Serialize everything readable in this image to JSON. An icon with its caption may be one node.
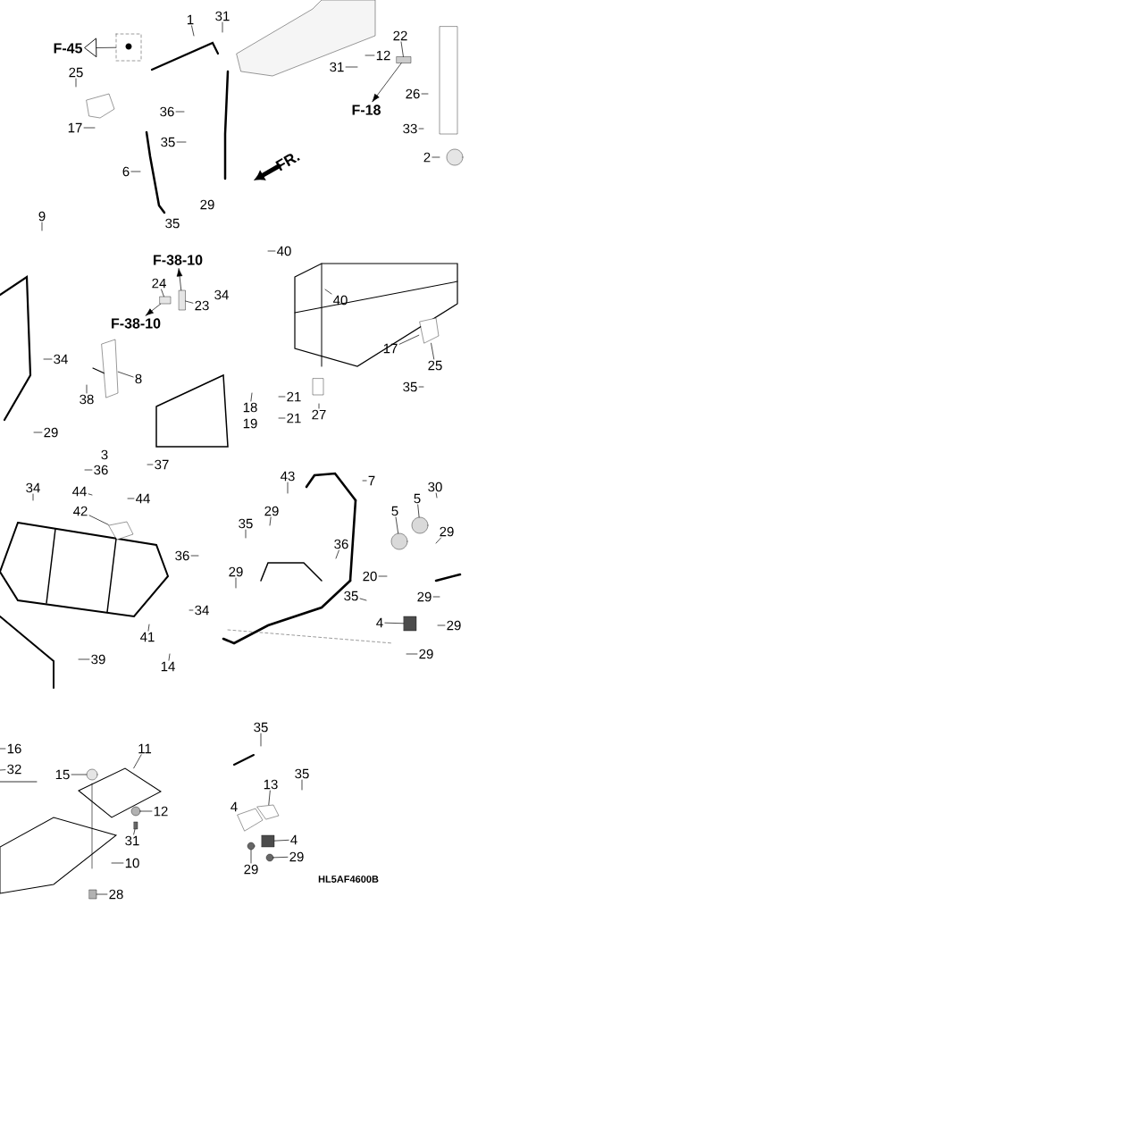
{
  "diagram": {
    "nodes": [
      {
        "text": [
          "1"
        ]
      },
      {
        "text": [
          "31"
        ]
      },
      {
        "text": [
          "F-45"
        ]
      },
      {
        "text": [
          "25"
        ]
      },
      {
        "text": [
          "17"
        ]
      },
      {
        "text": [
          "36"
        ]
      },
      {
        "text": [
          "35"
        ]
      },
      {
        "text": [
          "6"
        ]
      },
      {
        "text": [
          "9"
        ]
      },
      {
        "text": [
          "29"
        ]
      },
      {
        "text": [
          "35"
        ]
      },
      {
        "text": [
          "22"
        ]
      },
      {
        "text": [
          "12"
        ]
      },
      {
        "text": [
          "31"
        ]
      },
      {
        "text": [
          "26"
        ]
      },
      {
        "text": [
          "F-18"
        ]
      },
      {
        "text": [
          "33"
        ]
      },
      {
        "text": [
          "2"
        ]
      },
      {
        "text": [
          "40"
        ]
      },
      {
        "text": [
          "F-38-10"
        ]
      },
      {
        "text": [
          "24"
        ]
      },
      {
        "text": [
          "34"
        ]
      },
      {
        "text": [
          "23"
        ]
      },
      {
        "text": [
          "40"
        ]
      },
      {
        "text": [
          "F-38-10"
        ]
      },
      {
        "text": [
          "34"
        ]
      },
      {
        "text": [
          "17"
        ]
      },
      {
        "text": [
          "25"
        ]
      },
      {
        "text": [
          "8"
        ]
      },
      {
        "text": [
          "38"
        ]
      },
      {
        "text": [
          "35"
        ]
      },
      {
        "text": [
          "21"
        ]
      },
      {
        "text": [
          "18"
        ]
      },
      {
        "text": [
          "21"
        ]
      },
      {
        "text": [
          "19"
        ]
      },
      {
        "text": [
          "27"
        ]
      },
      {
        "text": [
          "29"
        ]
      },
      {
        "text": [
          "3"
        ]
      },
      {
        "text": [
          "36"
        ]
      },
      {
        "text": [
          "37"
        ]
      },
      {
        "text": [
          "34"
        ]
      },
      {
        "text": [
          "44"
        ]
      },
      {
        "text": [
          "44"
        ]
      },
      {
        "text": [
          "42"
        ]
      },
      {
        "text": [
          "43"
        ]
      },
      {
        "text": [
          "7"
        ]
      },
      {
        "text": [
          "35"
        ]
      },
      {
        "text": [
          "29"
        ]
      },
      {
        "text": [
          "30"
        ]
      },
      {
        "text": [
          "5"
        ]
      },
      {
        "text": [
          "5"
        ]
      },
      {
        "text": [
          "29"
        ]
      },
      {
        "text": [
          "36"
        ]
      },
      {
        "text": [
          "36"
        ]
      },
      {
        "text": [
          "29"
        ]
      },
      {
        "text": [
          "20"
        ]
      },
      {
        "text": [
          "35"
        ]
      },
      {
        "text": [
          "29"
        ]
      },
      {
        "text": [
          "34"
        ]
      },
      {
        "text": [
          "4"
        ]
      },
      {
        "text": [
          "29"
        ]
      },
      {
        "text": [
          "41"
        ]
      },
      {
        "text": [
          "39"
        ]
      },
      {
        "text": [
          "14"
        ]
      },
      {
        "text": [
          "29"
        ]
      },
      {
        "text": [
          "16"
        ]
      },
      {
        "text": [
          "32"
        ]
      },
      {
        "text": [
          "11"
        ]
      },
      {
        "text": [
          "15"
        ]
      },
      {
        "text": [
          "12"
        ]
      },
      {
        "text": [
          "31"
        ]
      },
      {
        "text": [
          "10"
        ]
      },
      {
        "text": [
          "28"
        ]
      },
      {
        "text": [
          "35"
        ]
      },
      {
        "text": [
          "35"
        ]
      },
      {
        "text": [
          "13"
        ]
      },
      {
        "text": [
          "4"
        ]
      },
      {
        "text": [
          "4"
        ]
      },
      {
        "text": [
          "29"
        ]
      },
      {
        "text": [
          "29"
        ]
      },
      {
        "text": [],
        "shape": "picture"
      },
      {
        "text": [],
        "shape": "picture"
      },
      {
        "text": [],
        "shape": "picture"
      },
      {
        "text": [],
        "shape": "picture"
      },
      {
        "text": [],
        "shape": "circle"
      },
      {
        "text": [],
        "shape": "circle"
      },
      {
        "text": [],
        "shape": "box"
      },
      {
        "text": [],
        "shape": "box"
      },
      {
        "text": [],
        "shape": "box"
      },
      {
        "text": [],
        "shape": "circle"
      },
      {
        "text": [],
        "shape": "circle"
      },
      {
        "text": [],
        "shape": "box"
      },
      {
        "text": [],
        "shape": "box"
      },
      {
        "text": [],
        "shape": "picture"
      },
      {
        "text": [],
        "shape": "box"
      },
      {
        "text": [],
        "shape": "circle"
      },
      {
        "text": [],
        "shape": "circle"
      },
      {
        "text": [],
        "shape": "box"
      },
      {
        "text": [],
        "shape": "picture"
      }
    ],
    "edges": [
      {
        "from": 0,
        "to": null,
        "arrow": "none"
      },
      {
        "from": 1,
        "to": null,
        "arrow": "none"
      },
      {
        "from": 80,
        "to": 2,
        "arrow": "to"
      },
      {
        "from": 3,
        "to": null,
        "arrow": "none"
      },
      {
        "from": 4,
        "to": null,
        "arrow": "none"
      },
      {
        "from": 5,
        "to": null,
        "arrow": "none"
      },
      {
        "from": 6,
        "to": null,
        "arrow": "none"
      },
      {
        "from": 7,
        "to": null,
        "arrow": "none"
      },
      {
        "from": 8,
        "to": null,
        "arrow": "none"
      },
      {
        "from": 11,
        "to": 86,
        "arrow": "none"
      },
      {
        "from": 12,
        "to": null,
        "arrow": "none"
      },
      {
        "from": 13,
        "to": null,
        "arrow": "none"
      },
      {
        "from": 14,
        "to": null,
        "arrow": "none"
      },
      {
        "from": 86,
        "to": 15,
        "arrow": "to"
      },
      {
        "from": 16,
        "to": null,
        "arrow": "none"
      },
      {
        "from": 17,
        "to": null,
        "arrow": "none"
      },
      {
        "from": 18,
        "to": null,
        "arrow": "none"
      },
      {
        "from": 88,
        "to": 19,
        "arrow": "to"
      },
      {
        "from": 20,
        "to": 87,
        "arrow": "none"
      },
      {
        "from": 22,
        "to": 88,
        "arrow": "none"
      },
      {
        "from": 23,
        "to": null,
        "arrow": "none"
      },
      {
        "from": 87,
        "to": 24,
        "arrow": "to"
      },
      {
        "from": 25,
        "to": null,
        "arrow": "none"
      },
      {
        "from": 26,
        "to": 81,
        "arrow": "none"
      },
      {
        "from": 27,
        "to": 81,
        "arrow": "none"
      },
      {
        "from": 28,
        "to": 82,
        "arrow": "none"
      },
      {
        "from": 29,
        "to": null,
        "arrow": "none"
      },
      {
        "from": 30,
        "to": null,
        "arrow": "none"
      },
      {
        "from": 31,
        "to": null,
        "arrow": "none"
      },
      {
        "from": 32,
        "to": null,
        "arrow": "none"
      },
      {
        "from": 33,
        "to": null,
        "arrow": "none"
      },
      {
        "from": 35,
        "to": null,
        "arrow": "none"
      },
      {
        "from": 36,
        "to": null,
        "arrow": "none"
      },
      {
        "from": 38,
        "to": null,
        "arrow": "none"
      },
      {
        "from": 39,
        "to": null,
        "arrow": "none"
      },
      {
        "from": 40,
        "to": null,
        "arrow": "none"
      },
      {
        "from": 41,
        "to": null,
        "arrow": "none"
      },
      {
        "from": 42,
        "to": null,
        "arrow": "none"
      },
      {
        "from": 43,
        "to": 83,
        "arrow": "none"
      },
      {
        "from": 44,
        "to": null,
        "arrow": "none"
      },
      {
        "from": 45,
        "to": null,
        "arrow": "none"
      },
      {
        "from": 46,
        "to": null,
        "arrow": "none"
      },
      {
        "from": 47,
        "to": null,
        "arrow": "none"
      },
      {
        "from": 48,
        "to": null,
        "arrow": "none"
      },
      {
        "from": 49,
        "to": 84,
        "arrow": "none"
      },
      {
        "from": 50,
        "to": 85,
        "arrow": "none"
      },
      {
        "from": 51,
        "to": null,
        "arrow": "none"
      },
      {
        "from": 52,
        "to": null,
        "arrow": "none"
      },
      {
        "from": 53,
        "to": null,
        "arrow": "none"
      },
      {
        "from": 54,
        "to": null,
        "arrow": "none"
      },
      {
        "from": 55,
        "to": null,
        "arrow": "none"
      },
      {
        "from": 56,
        "to": null,
        "arrow": "none"
      },
      {
        "from": 57,
        "to": null,
        "arrow": "none"
      },
      {
        "from": 58,
        "to": null,
        "arrow": "none"
      },
      {
        "from": 59,
        "to": 97,
        "arrow": "none"
      },
      {
        "from": 60,
        "to": null,
        "arrow": "none"
      },
      {
        "from": 61,
        "to": null,
        "arrow": "none"
      },
      {
        "from": 62,
        "to": null,
        "arrow": "none"
      },
      {
        "from": 63,
        "to": null,
        "arrow": "none"
      },
      {
        "from": 64,
        "to": null,
        "arrow": "none"
      },
      {
        "from": 65,
        "to": null,
        "arrow": "none"
      },
      {
        "from": 66,
        "to": null,
        "arrow": "none"
      },
      {
        "from": 67,
        "to": 98,
        "arrow": "none"
      },
      {
        "from": 68,
        "to": 89,
        "arrow": "none"
      },
      {
        "from": 69,
        "to": 90,
        "arrow": "none"
      },
      {
        "from": 70,
        "to": 91,
        "arrow": "none"
      },
      {
        "from": 71,
        "to": null,
        "arrow": "none"
      },
      {
        "from": 72,
        "to": 92,
        "arrow": "none"
      },
      {
        "from": 73,
        "to": null,
        "arrow": "none"
      },
      {
        "from": 74,
        "to": null,
        "arrow": "none"
      },
      {
        "from": 75,
        "to": 93,
        "arrow": "none"
      },
      {
        "from": 77,
        "to": 94,
        "arrow": "none"
      },
      {
        "from": 78,
        "to": 95,
        "arrow": "none"
      },
      {
        "from": 79,
        "to": 96,
        "arrow": "none"
      }
    ],
    "labels": [
      "FR.",
      "HL5AF4600B"
    ]
  }
}
